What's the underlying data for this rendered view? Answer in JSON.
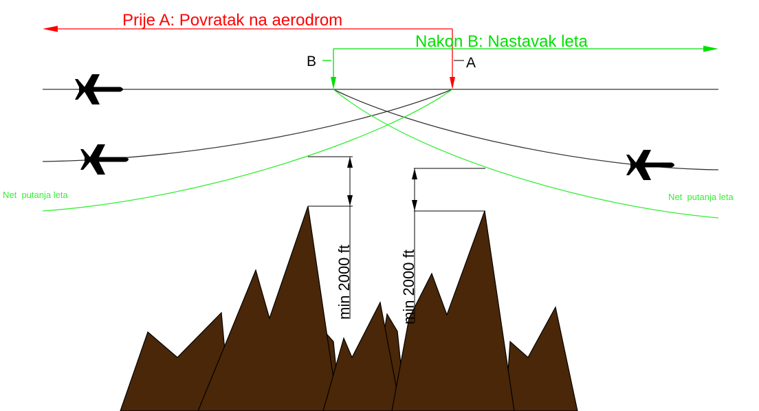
{
  "labels": {
    "before_a": "Prije A: Povratak na aerodrom",
    "after_b": "Nakon B: Nastavak leta",
    "point_a": "A",
    "point_b": "B",
    "net_path_left": "Net  putanja leta",
    "net_path_right": "Net  putanja leta",
    "clearance_left": "min 2000 ft",
    "clearance_right": "min 2000 ft"
  },
  "colors": {
    "return_route": "#ff0000",
    "continue_route": "#00e000",
    "net_path": "#33ee33",
    "flight_path": "#333333",
    "terrain": "#4a2708",
    "aircraft": "#000000"
  },
  "icons": {
    "aircraft": "airplane-icon"
  }
}
